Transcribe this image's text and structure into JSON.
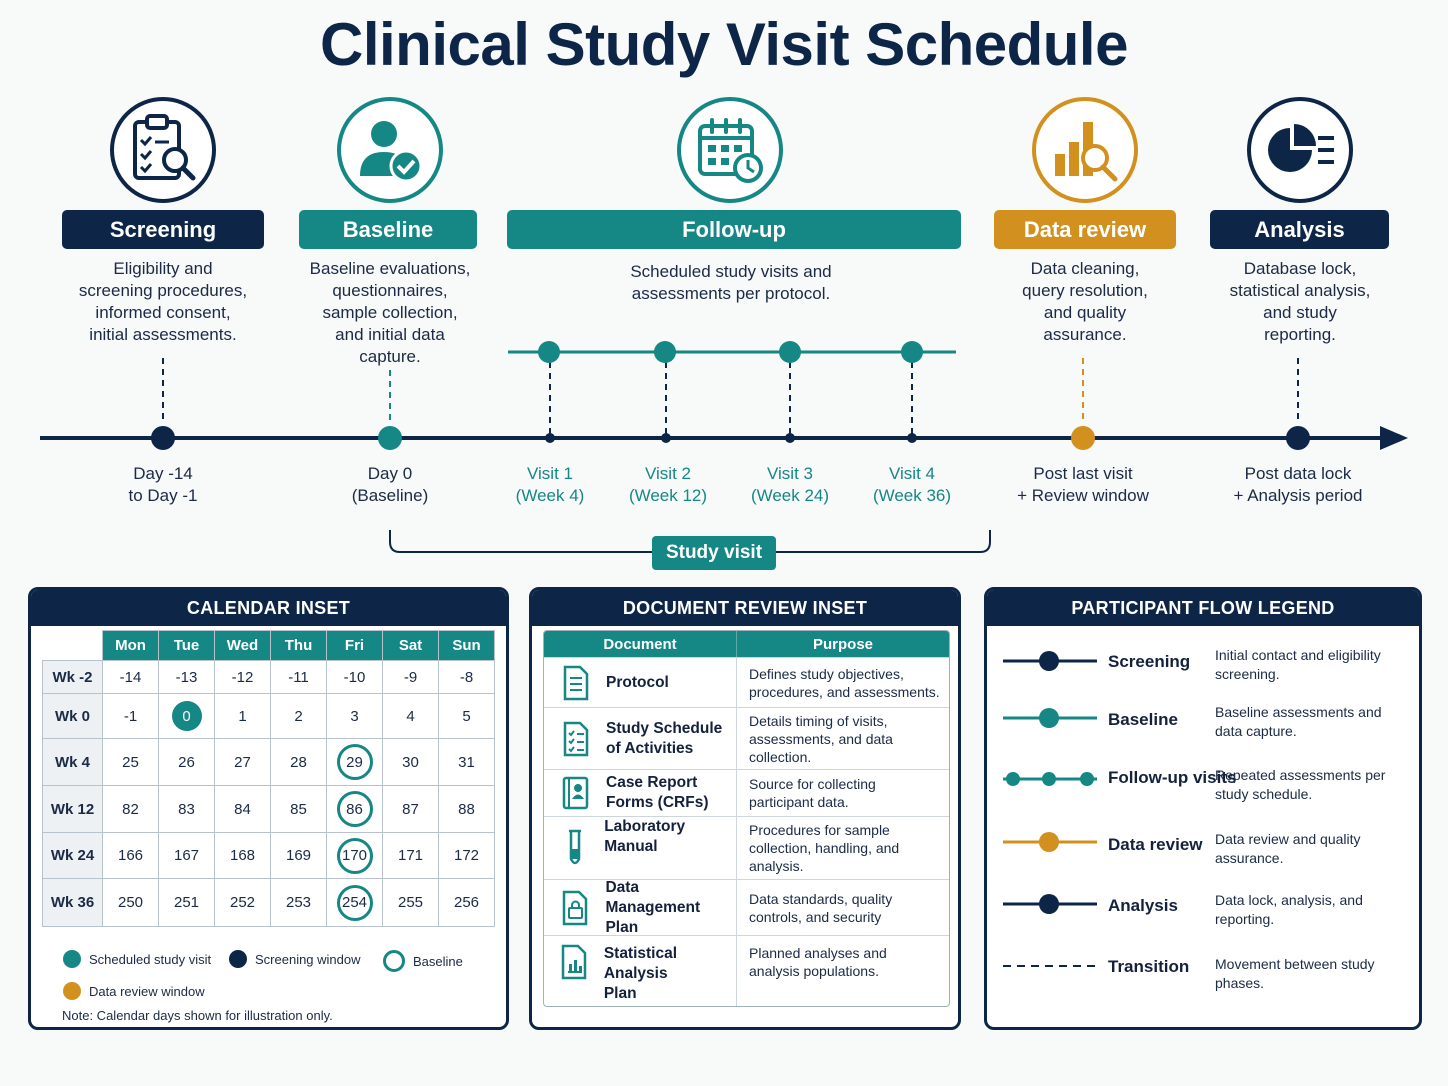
{
  "title": "Clinical Study Visit Schedule",
  "colors": {
    "navy": "#0d2547",
    "teal": "#158784",
    "gold": "#d2911e"
  },
  "phases": [
    {
      "label": "Screening",
      "icon": "clipboard-search-icon",
      "color": "navy",
      "desc": [
        "Eligibility and",
        "screening procedures,",
        "informed consent,",
        "initial assessments."
      ]
    },
    {
      "label": "Baseline",
      "icon": "person-check-icon",
      "color": "teal",
      "desc": [
        "Baseline evaluations,",
        "questionnaires,",
        "sample collection,",
        "and initial data",
        "capture."
      ]
    },
    {
      "label": "Follow-up",
      "icon": "calendar-clock-icon",
      "color": "teal",
      "desc": [
        "Scheduled study visits and",
        "assessments per protocol."
      ]
    },
    {
      "label": "Data review",
      "icon": "bar-chart-magnifier-icon",
      "color": "gold",
      "desc": [
        "Data cleaning,",
        "query resolution,",
        "and quality",
        "assurance."
      ]
    },
    {
      "label": "Analysis",
      "icon": "pie-chart-list-icon",
      "color": "navy",
      "desc": [
        "Database lock,",
        "statistical analysis,",
        "and study",
        "reporting."
      ]
    }
  ],
  "timeline": [
    {
      "l1": "Day -14",
      "l2": "to Day -1"
    },
    {
      "l1": "Day 0",
      "l2": "(Baseline)"
    },
    {
      "l1": "Visit 1",
      "l2": "(Week 4)"
    },
    {
      "l1": "Visit 2",
      "l2": "(Week 12)"
    },
    {
      "l1": "Visit 3",
      "l2": "(Week 24)"
    },
    {
      "l1": "Visit 4",
      "l2": "(Week 36)"
    },
    {
      "l1": "Post last visit",
      "l2": "+ Review window"
    },
    {
      "l1": "Post data lock",
      "l2": "+ Analysis period"
    }
  ],
  "study_visit_label": "Study visit",
  "calendar": {
    "title": "CALENDAR INSET",
    "days": [
      "Mon",
      "Tue",
      "Wed",
      "Thu",
      "Fri",
      "Sat",
      "Sun"
    ],
    "rows": [
      {
        "week": "Wk -2",
        "cells": [
          "-14",
          "-13",
          "-12",
          "-11",
          "-10",
          "-9",
          "-8"
        ]
      },
      {
        "week": "Wk 0",
        "cells": [
          "-1",
          "0",
          "1",
          "2",
          "3",
          "4",
          "5"
        ]
      },
      {
        "week": "Wk 4",
        "cells": [
          "25",
          "26",
          "27",
          "28",
          "29",
          "30",
          "31"
        ]
      },
      {
        "week": "Wk 12",
        "cells": [
          "82",
          "83",
          "84",
          "85",
          "86",
          "87",
          "88"
        ]
      },
      {
        "week": "Wk 24",
        "cells": [
          "166",
          "167",
          "168",
          "169",
          "170",
          "171",
          "172"
        ]
      },
      {
        "week": "Wk 36",
        "cells": [
          "250",
          "251",
          "252",
          "253",
          "254",
          "255",
          "256"
        ]
      }
    ],
    "legend": [
      "Scheduled study visit",
      "Screening window",
      "Baseline",
      "Data review window"
    ],
    "note": "Note: Calendar days shown for illustration only."
  },
  "documents": {
    "title": "DOCUMENT REVIEW INSET",
    "col_document": "Document",
    "col_purpose": "Purpose",
    "rows": [
      {
        "name": [
          "Protocol"
        ],
        "icon": "document-lines-icon",
        "purpose": [
          "Defines study objectives,",
          "procedures, and assessments."
        ]
      },
      {
        "name": [
          "Study Schedule",
          "of Activities"
        ],
        "icon": "checklist-icon",
        "purpose": [
          "Details timing of visits,",
          "assessments, and data",
          "collection."
        ]
      },
      {
        "name": [
          "Case Report",
          "Forms (CRFs)"
        ],
        "icon": "binder-person-icon",
        "purpose": [
          "Source for collecting",
          "participant data."
        ]
      },
      {
        "name": [
          "Laboratory Manual"
        ],
        "icon": "test-tube-icon",
        "purpose": [
          "Procedures for sample",
          "collection, handling, and",
          "analysis."
        ]
      },
      {
        "name": [
          "Data Management",
          "Plan"
        ],
        "icon": "document-lock-icon",
        "purpose": [
          "Data standards, quality",
          "controls, and security"
        ]
      },
      {
        "name": [
          "Statistical Analysis",
          "Plan"
        ],
        "icon": "document-chart-icon",
        "purpose": [
          "Planned analyses and",
          "analysis populations."
        ]
      }
    ]
  },
  "flow_legend": {
    "title": "PARTICIPANT FLOW LEGEND",
    "items": [
      {
        "name": "Screening",
        "desc": [
          "Initial contact and eligibility",
          "screening."
        ]
      },
      {
        "name": "Baseline",
        "desc": [
          "Baseline assessments and",
          "data capture."
        ]
      },
      {
        "name": "Follow-up visits",
        "desc": [
          "Repeated assessments per",
          "study schedule."
        ]
      },
      {
        "name": "Data review",
        "desc": [
          "Data review and quality",
          "assurance."
        ]
      },
      {
        "name": "Analysis",
        "desc": [
          "Data lock, analysis, and",
          "reporting."
        ]
      },
      {
        "name": "Transition",
        "desc": [
          "Movement between study",
          "phases."
        ]
      }
    ]
  }
}
